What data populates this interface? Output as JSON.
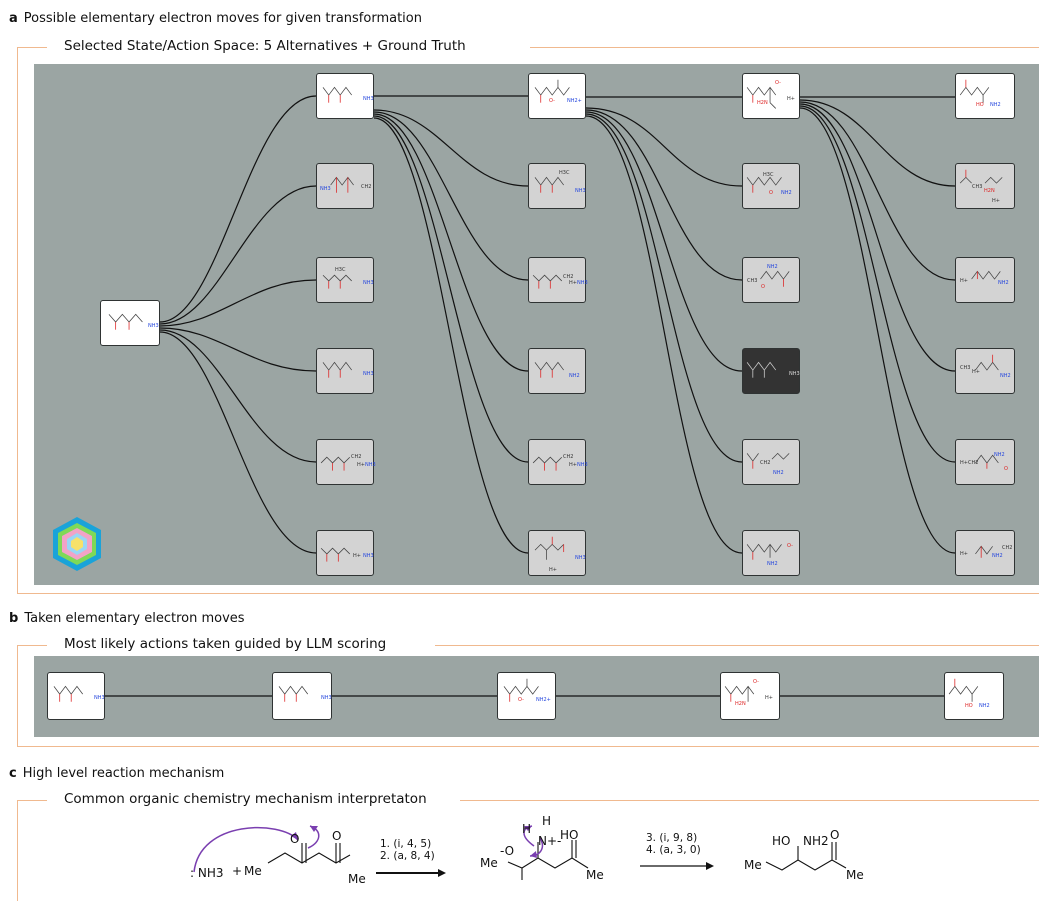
{
  "section_a": {
    "letter": "a",
    "title": "Possible elementary electron moves for given transformation",
    "caption": "Selected State/Action Space: 5 Alternatives + Ground Truth"
  },
  "section_b": {
    "letter": "b",
    "title": "Taken  elementary electron moves",
    "caption": "Most likely actions taken guided by LLM scoring"
  },
  "section_c": {
    "letter": "c",
    "title": "High level reaction mechanism",
    "caption": "Common organic chemistry mechanism interpretaton"
  },
  "colors": {
    "frame": "#f0b98f",
    "canvas": "#9ba5a3",
    "node_gt": "#ffffff",
    "node_alt": "#d3d3d3",
    "node_selected": "#333333",
    "arrow_purple": "#7a3fb0"
  },
  "mech": {
    "reactant1": ": NH3",
    "plus": "+",
    "me1": "Me",
    "o1": "O",
    "o2": "O",
    "me2": "Me",
    "step1": "1. (i, 4, 5)",
    "step2": "2. (a, 8, 4)",
    "step3": "3. (i, 9, 8)",
    "step4": "4. (a, 3, 0)",
    "int_h1": "H",
    "int_h2": "H",
    "int_o_minus": "-O",
    "int_n": "N+-",
    "int_ho": "HO",
    "int_me1": "Me",
    "int_o2": "O",
    "int_me2": "Me",
    "prod_ho": "HO",
    "prod_nh2": "NH2",
    "prod_o": "O",
    "prod_me1": "Me",
    "prod_me2": "Me"
  },
  "node_labels": {
    "nh3": "NH3",
    "nh2_plus": "NH2+",
    "h_plus": "H+",
    "o_minus": "O-",
    "o": "O",
    "ch2": "CH2",
    "ch3": "CH3",
    "h2n": "H2N",
    "ho": "HO",
    "nh2": "NH2",
    "h3c": "H3C"
  }
}
